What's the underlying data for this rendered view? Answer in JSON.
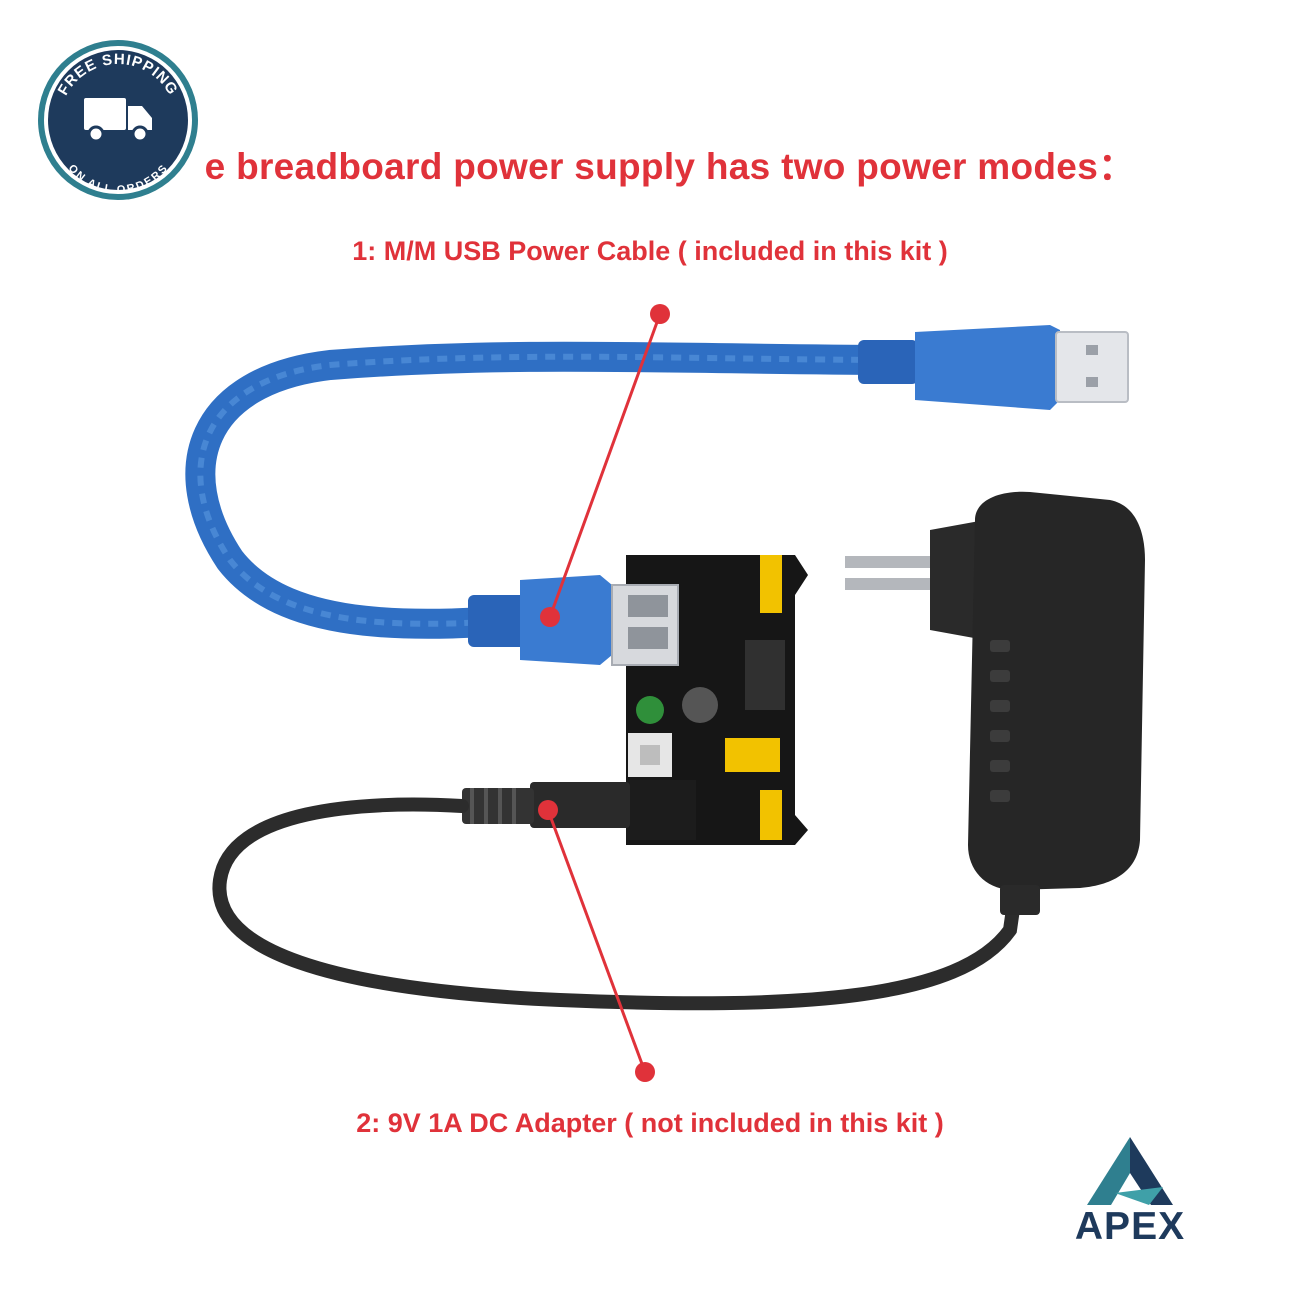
{
  "headline": "e breadboard power supply has two power modes：",
  "mode_1_label": "1: M/M USB Power Cable ( included in this kit )",
  "mode_2_label": "2: 9V 1A DC Adapter ( not included in this kit )",
  "badge": {
    "top_text": "FREE SHIPPING",
    "bottom_text": "ON ALL ORDERS",
    "icon": "delivery-truck-icon"
  },
  "brand": {
    "name": "APEX",
    "icon": "apex-mountain-logo"
  },
  "colors": {
    "accent_red": "#e0323a",
    "badge_navy": "#1e3a5c",
    "badge_teal": "#2f7f8f",
    "cable_blue": "#2f6fc4",
    "adapter_black": "#222222"
  }
}
